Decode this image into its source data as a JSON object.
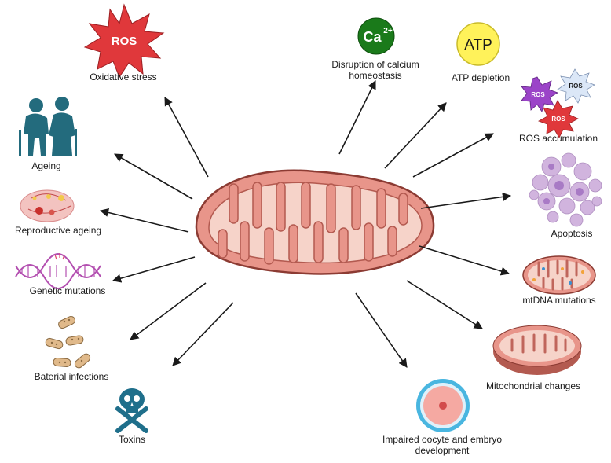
{
  "center": {
    "name": "mitochondrion"
  },
  "causes": {
    "oxidative_stress": {
      "label": "Oxidative stress",
      "badge": "ROS"
    },
    "ageing": {
      "label": "Ageing"
    },
    "reproductive_ageing": {
      "label": "Reproductive ageing"
    },
    "genetic_mutations": {
      "label": "Genetic mutations"
    },
    "bacterial_infections": {
      "label": "Baterial infections"
    },
    "toxins": {
      "label": "Toxins"
    }
  },
  "effects": {
    "calcium": {
      "label_line1": "Disruption of calcium",
      "label_line2": "homeostasis",
      "symbol": "Ca",
      "superscript": "2+"
    },
    "atp": {
      "label": "ATP depletion",
      "symbol": "ATP"
    },
    "ros_accumulation": {
      "label": "ROS accumulation",
      "badges": [
        "ROS",
        "ROS",
        "ROS"
      ]
    },
    "apoptosis": {
      "label": "Apoptosis"
    },
    "mtdna": {
      "label": "mtDNA mutations"
    },
    "mito_changes": {
      "label": "Mitochondrial changes"
    },
    "oocyte": {
      "label_line1": "Impaired oocyte and embryo",
      "label_line2": "development"
    }
  },
  "colors": {
    "mito_outer": "#e8958a",
    "mito_inner": "#f6d3c9",
    "mito_stroke": "#8c3b33",
    "ros_red": "#e0383b",
    "ros_purple": "#9b44c8",
    "ros_light": "#dbe7f7",
    "ca_green": "#1a7a1a",
    "atp_yellow": "#fff25a",
    "people_teal": "#236b7d",
    "dna_purple": "#b34fb0",
    "skull_teal": "#1f6f8b",
    "apoptosis_purple": "#c9a8d9",
    "oocyte_blue": "#49b6e0",
    "arrow": "#1a1a1a"
  }
}
